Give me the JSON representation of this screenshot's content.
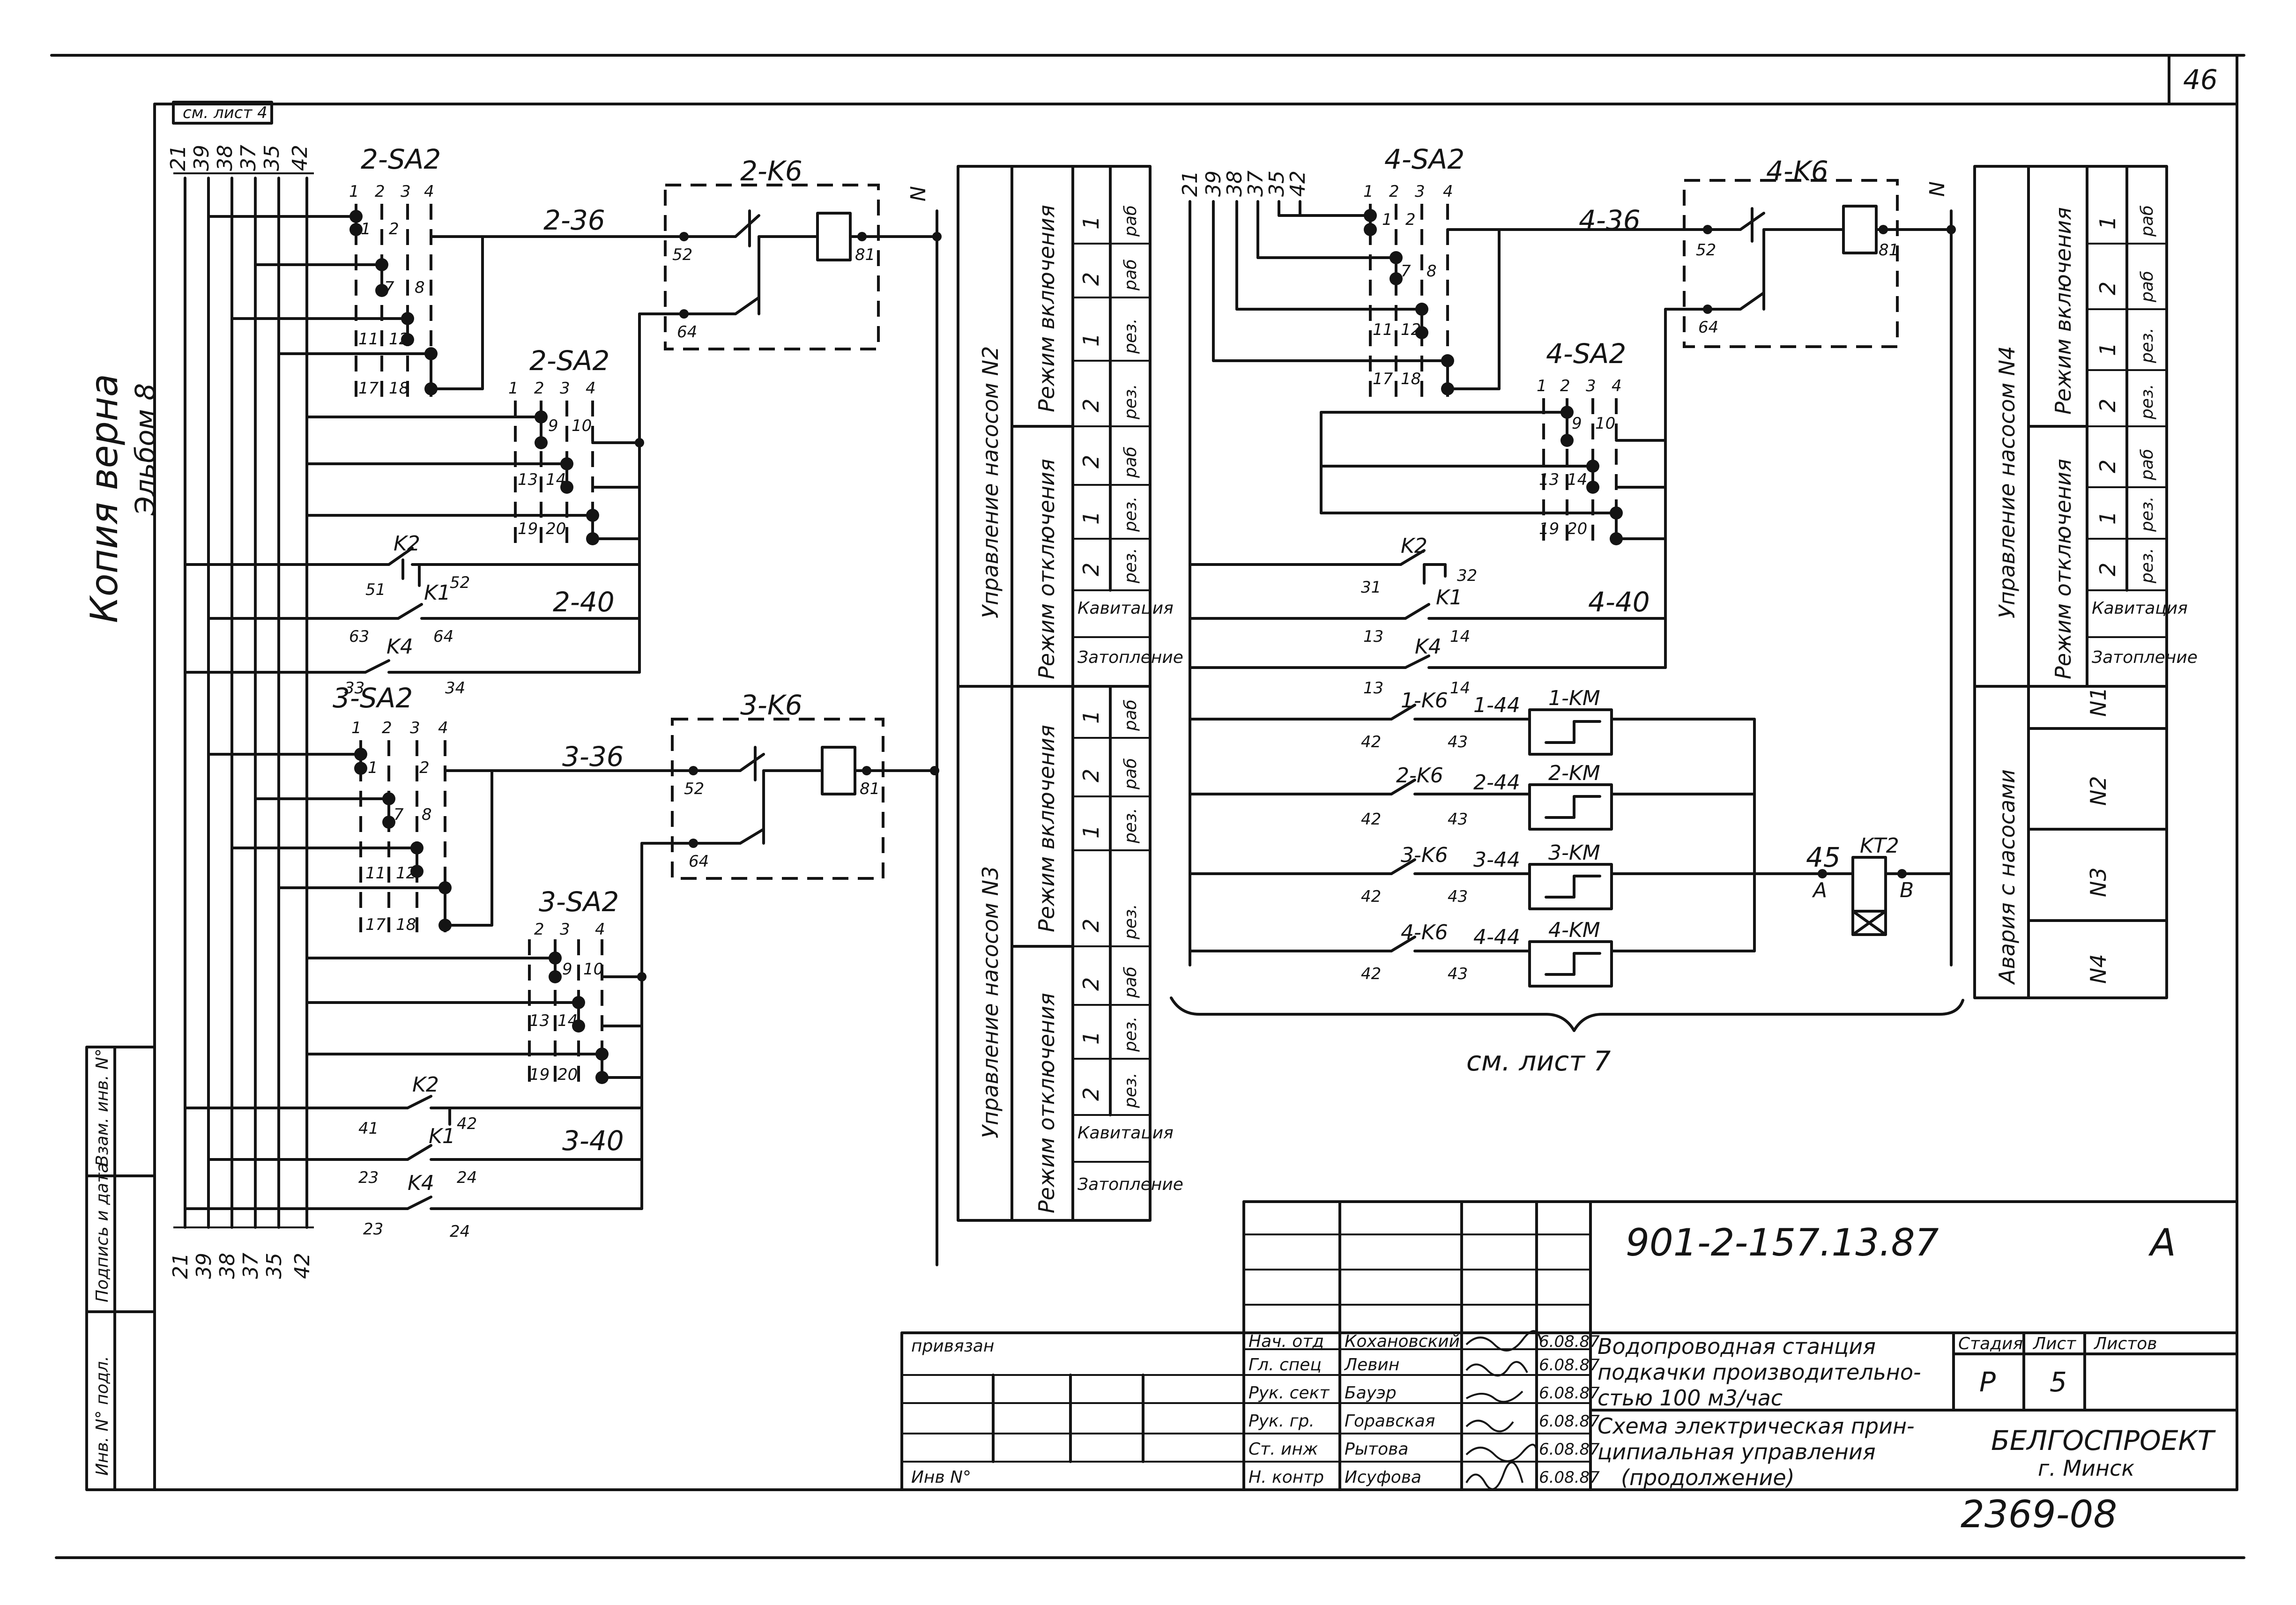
{
  "sheet": {
    "corner_mark": "46",
    "copy_note": "Копия верна",
    "copy_signature": "Эльбом 8",
    "top_ref": "см. лист 4",
    "bottom_ref": "см. лист 7",
    "doc_number": "2369-08"
  },
  "bus_left": [
    "21",
    "39",
    "38",
    "37",
    "35",
    "42"
  ],
  "bus_right": [
    "21",
    "39",
    "38",
    "37",
    "35",
    "42"
  ],
  "left_circuit": {
    "sa_2a": "2-SA2",
    "sa_2b": "2-SA2",
    "sa_3a": "3-SA2",
    "sa_3b": "3-SA2",
    "relay_2": "2-K6",
    "relay_3": "3-K6",
    "wire_2_36": "2-36",
    "wire_2_40": "2-40",
    "wire_3_36": "3-36",
    "wire_3_40": "3-40",
    "k2": "K2",
    "k1": "K1",
    "k4": "K4",
    "pos_cols": [
      "1",
      "2",
      "3",
      "4"
    ],
    "contacts_a": [
      "1",
      "2",
      "7",
      "8",
      "11",
      "12",
      "17",
      "18"
    ],
    "contacts_b": [
      "9",
      "10",
      "13",
      "14",
      "19",
      "20"
    ],
    "terms": {
      "t52": "52",
      "t64": "64",
      "t81": "81",
      "t51": "51",
      "t63": "63",
      "t33": "33",
      "t34": "34",
      "t41": "41",
      "t42": "42",
      "t23": "23",
      "t24": "24",
      "n": "N"
    }
  },
  "left_table": {
    "block_2": {
      "title": "Управление насосом N2",
      "mode_on": "Режим включения",
      "mode_off": "Режим отключения"
    },
    "block_3": {
      "title": "Управление насосом N3",
      "mode_on": "Режим включения",
      "mode_off": "Режим отключения"
    },
    "rows": [
      {
        "n": "1",
        "m": "раб"
      },
      {
        "n": "2",
        "m": "раб"
      },
      {
        "n": "1",
        "m": "рез."
      },
      {
        "n": "2",
        "m": "рез."
      }
    ],
    "cav": "Кавитация",
    "flood": "Затопление"
  },
  "right_circuit": {
    "sa_4a": "4-SA2",
    "sa_4b": "4-SA2",
    "relay_4": "4-K6",
    "wire_4_36": "4-36",
    "wire_4_40": "4-40",
    "k2": "K2",
    "k1": "K1",
    "k4": "K4",
    "t31": "31",
    "t32": "32",
    "t13": "13",
    "t14": "14",
    "t42": "42",
    "t43": "43",
    "rows": [
      {
        "relay": "1-K6",
        "wire": "1-44",
        "km": "1-KM"
      },
      {
        "relay": "2-K6",
        "wire": "2-44",
        "km": "2-KM"
      },
      {
        "relay": "3-K6",
        "wire": "3-44",
        "km": "3-KM"
      },
      {
        "relay": "4-K6",
        "wire": "4-44",
        "km": "4-KM"
      }
    ],
    "kt2": "KT2",
    "wire_45": "45",
    "term_a": "A",
    "term_b": "B",
    "n": "N"
  },
  "right_table": {
    "title": "Управление насосом N4",
    "mode_on": "Режим включения",
    "mode_off": "Режим отключения",
    "alarm": "Авария с насосами",
    "pumps": [
      "N1",
      "N2",
      "N3",
      "N4"
    ]
  },
  "title_block": {
    "code": "901-2-157.13.87",
    "letter": "А",
    "tied": "привязан",
    "inv_label": "Инв N°",
    "roles": [
      "Нач. отд",
      "Гл. спец",
      "Рук. сект",
      "Рук. гр.",
      "Ст. инж",
      "Н. контр"
    ],
    "names": [
      "Кохановский",
      "Левин",
      "Бауэр",
      "Горавская",
      "Рытова",
      "Исуфова"
    ],
    "dates": [
      "6.08.87",
      "6.08.87",
      "6.08.87",
      "6.08.87",
      "6.08.87",
      "6.08.87"
    ],
    "project_title": [
      "Водопроводная станция",
      "подкачки производительно-",
      "стью 100 м3/час"
    ],
    "drawing_title": [
      "Схема электрическая прин-",
      "ципиальная управления",
      "(продолжение)"
    ],
    "stage_label": "Стадия",
    "sheet_label": "Лист",
    "sheets_label": "Листов",
    "stage": "Р",
    "sheet_no": "5",
    "org": "БЕЛГОСПРОЕКТ",
    "city": "г. Минск"
  },
  "side_stamp": [
    "Инв. N° подл.",
    "Подпись и дата",
    "Взам. инв. N°"
  ]
}
